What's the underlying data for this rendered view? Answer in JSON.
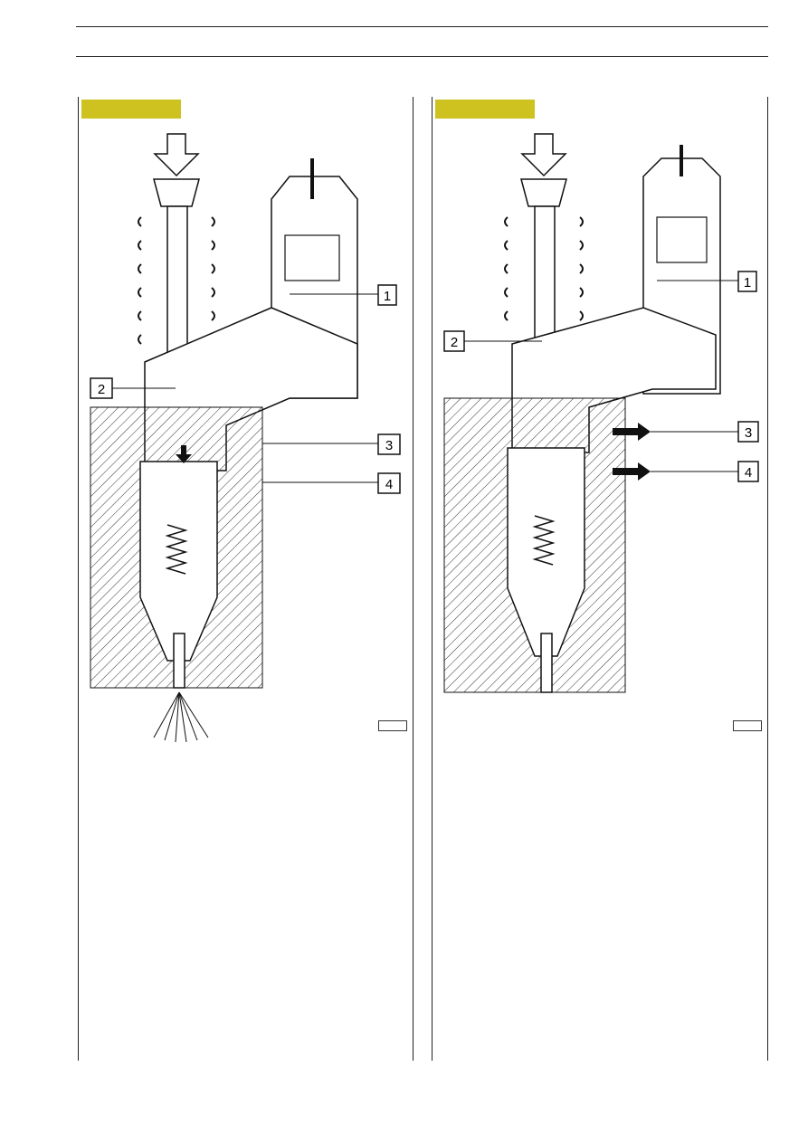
{
  "left_figure": {
    "labels": [
      "1",
      "2",
      "3",
      "4"
    ]
  },
  "right_figure": {
    "labels": [
      "1",
      "2",
      "3",
      "4"
    ]
  }
}
